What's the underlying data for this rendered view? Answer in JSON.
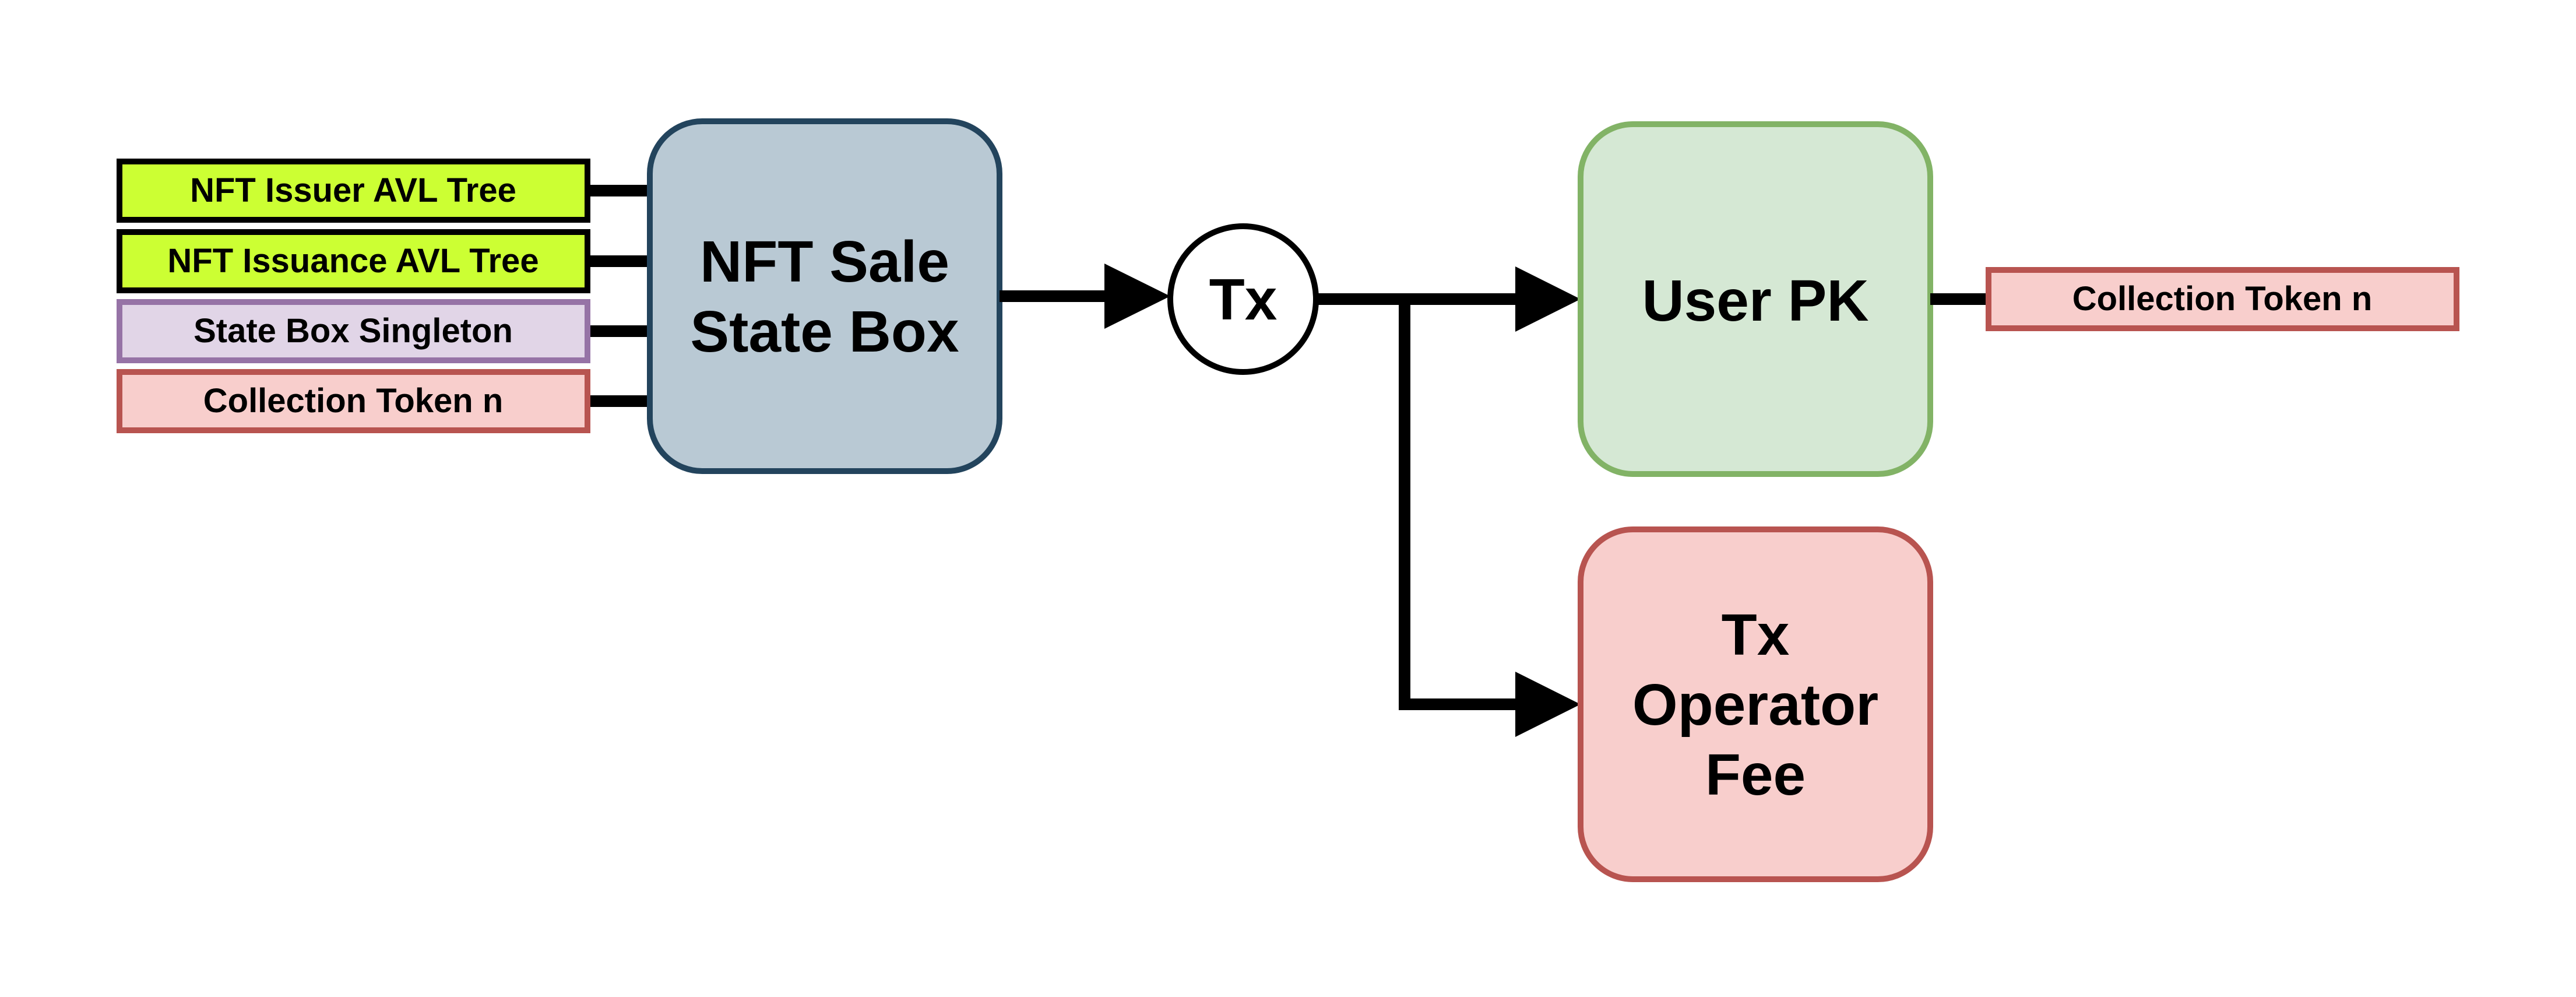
{
  "inputs": {
    "issuer_tree": "NFT Issuer AVL Tree",
    "issuance_tree": "NFT Issuance AVL Tree",
    "state_singleton": "State Box Singleton",
    "collection_token": "Collection Token n"
  },
  "state_box": {
    "line1": "NFT Sale",
    "line2": "State Box"
  },
  "tx_node": {
    "label": "Tx"
  },
  "outputs": {
    "user_pk": "User PK",
    "user_token": "Collection Token n",
    "fee_line1": "Tx",
    "fee_line2": "Operator",
    "fee_line3": "Fee"
  },
  "colors": {
    "tree_fill": "#CCFF33",
    "tree_stroke": "#000000",
    "singleton_fill": "#E1D5E7",
    "singleton_stroke": "#9673A6",
    "token_fill": "#F8CECC",
    "token_stroke": "#B85450",
    "state_fill": "#B9C9D4",
    "state_stroke": "#23445D",
    "user_fill": "#D5E8D4",
    "user_stroke": "#82B366",
    "fee_fill": "#F8CECC",
    "fee_stroke": "#B85450"
  }
}
